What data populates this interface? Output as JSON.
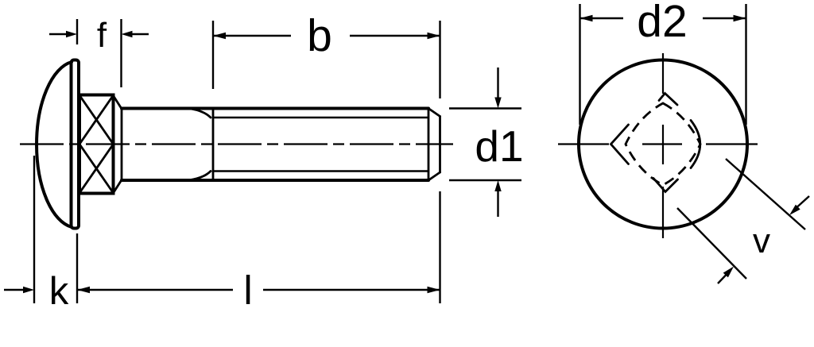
{
  "drawing": {
    "type": "technical-drawing",
    "subject": "carriage-bolt-dimension-diagram",
    "colors": {
      "line": "#000000",
      "background": "#ffffff"
    },
    "labels": {
      "f": "f",
      "b": "b",
      "d1": "d1",
      "d2": "d2",
      "k": "k",
      "l": "l",
      "v": "v"
    }
  }
}
